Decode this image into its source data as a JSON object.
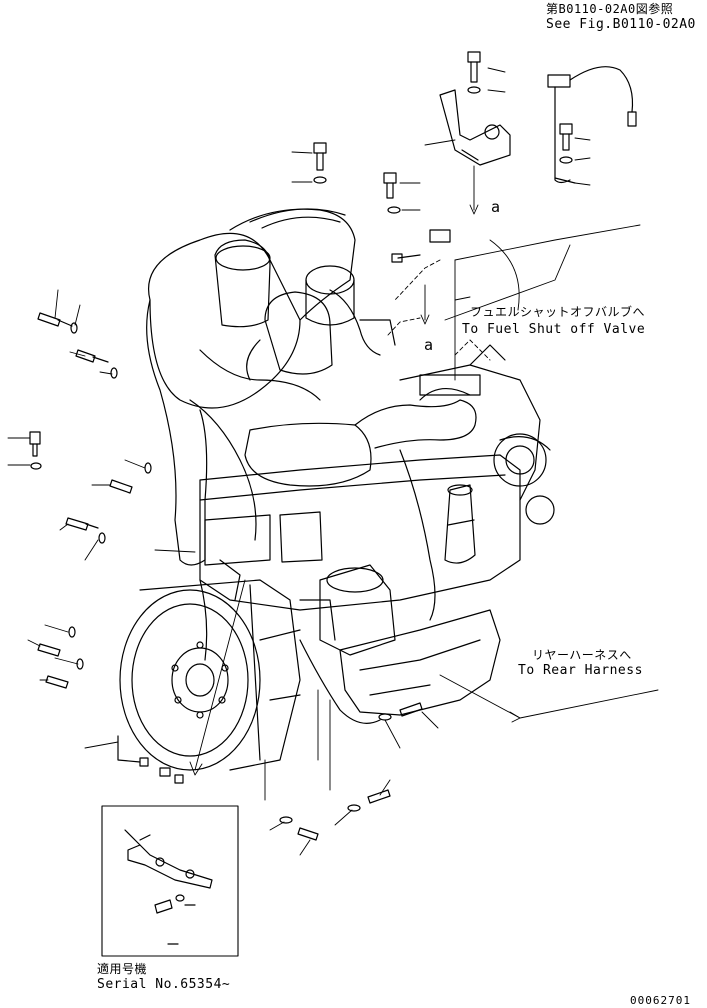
{
  "references": {
    "fig_jp": "第B0110-02A0図参照",
    "fig_en": "See Fig.B0110-02A0"
  },
  "fuel_valve": {
    "jp": "フュエルシャットオフバルブへ",
    "en": "To Fuel Shut off Valve"
  },
  "rear_harness": {
    "jp": "リヤーハーネスへ",
    "en": "To Rear Harness"
  },
  "detail_ref": {
    "marker": "a",
    "marker2": "a"
  },
  "serial": {
    "jp": "適用号機",
    "en": "Serial No.65354~"
  },
  "drawing_number": "00062701"
}
